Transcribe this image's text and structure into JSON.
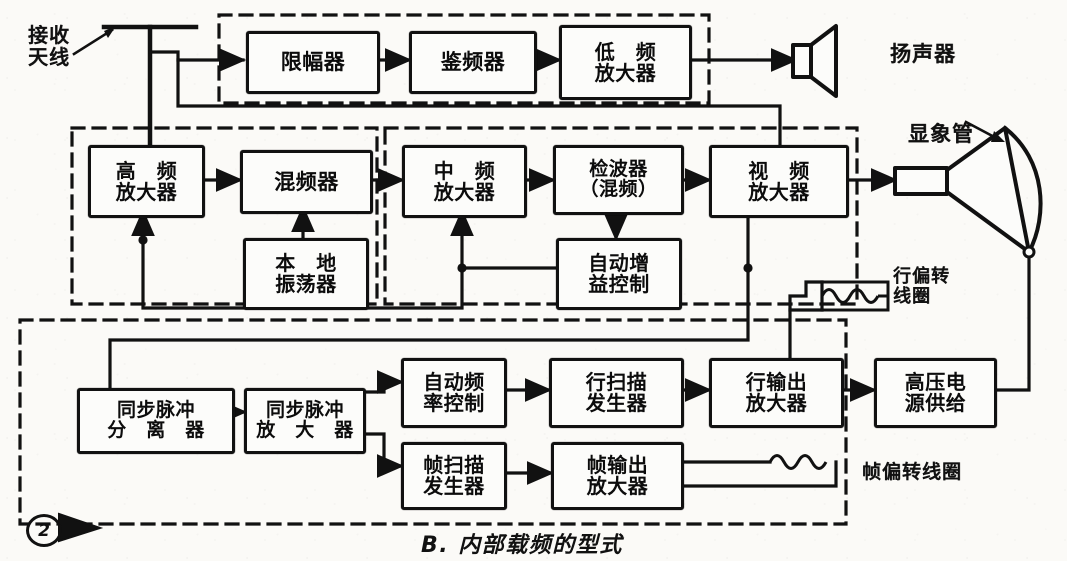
{
  "diagram": {
    "caption": "B. 内部载频的型式",
    "figure_marker": "2"
  },
  "labels": {
    "antenna": "接收\n天线",
    "speaker": "扬声器",
    "crt": "显象管",
    "h_deflection_coil": "行偏转\n线圈",
    "v_deflection_coil": "帧偏转线圈"
  },
  "blocks": {
    "limiter": "限幅器",
    "discriminator": "鉴频器",
    "audio_amp": "低　频\n放大器",
    "rf_amp": "高　频\n放大器",
    "mixer": "混频器",
    "local_osc": "本　地\n振荡器",
    "if_amp": "中　频\n放大器",
    "detector": "检波器\n（混频）",
    "video_amp": "视　频\n放大器",
    "agc": "自动增\n益控制",
    "sync_sep": "同步脉冲\n分　离　器",
    "sync_amp": "同步脉冲\n放　大　器",
    "afc": "自动频\n率控制",
    "h_scan_gen": "行扫描\n发生器",
    "h_out_amp": "行输出\n放大器",
    "hv_supply": "高压电\n源供给",
    "v_scan_gen": "帧扫描\n发生器",
    "v_out_amp": "帧输出\n放大器"
  },
  "icons": {
    "antenna": "antenna-icon",
    "speaker": "speaker-icon",
    "crt": "crt-icon",
    "coil": "coil-icon",
    "pointer": "pointer-triangle-icon"
  },
  "style": {
    "ink": "#111111",
    "paper": "#fbfaf7"
  }
}
